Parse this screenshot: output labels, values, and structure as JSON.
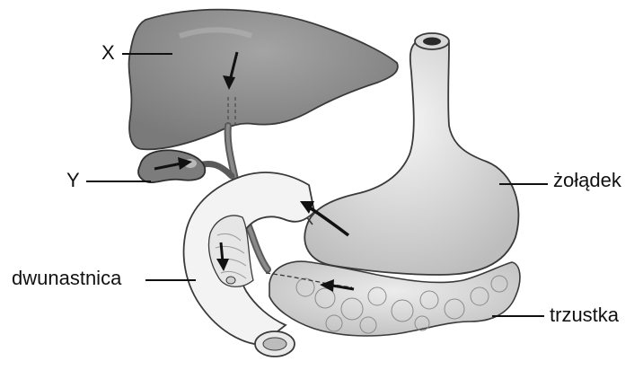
{
  "labels": {
    "x": "X",
    "y": "Y",
    "stomach": "żołądek",
    "duodenum": "dwunastnica",
    "pancreas": "trzustka"
  },
  "colors": {
    "liver": "#8e8e8e",
    "gallbladder": "#7a7a7a",
    "duct": "#6c6c6c",
    "stomach": "#e2e2e2",
    "duodenum": "#f2f2f2",
    "pancreas": "#d9d9d9",
    "outline": "#3a3a3a",
    "arrow": "#111111"
  }
}
